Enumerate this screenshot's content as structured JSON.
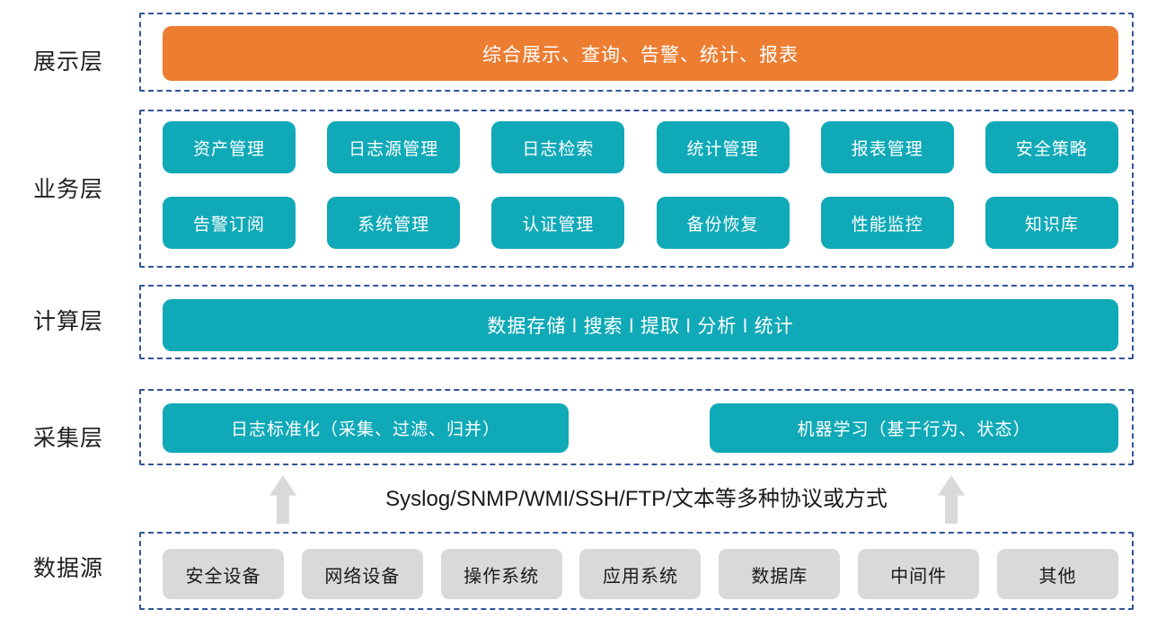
{
  "colors": {
    "teal": "#10A9B8",
    "orange": "#ED7D31",
    "dashed_border": "#2F5597",
    "gray_button": "#D9D9D9",
    "arrow_gray": "#D9D9D9",
    "label_text": "#1F1F1F"
  },
  "layers": {
    "display": {
      "label": "展示层",
      "bar": "综合展示、查询、告警、统计、报表"
    },
    "business": {
      "label": "业务层",
      "row1": [
        "资产管理",
        "日志源管理",
        "日志检索",
        "统计管理",
        "报表管理",
        "安全策略"
      ],
      "row2": [
        "告警订阅",
        "系统管理",
        "认证管理",
        "备份恢复",
        "性能监控",
        "知识库"
      ]
    },
    "computing": {
      "label": "计算层",
      "bar": "数据存储 l 搜索 l 提取 l 分析 l 统计"
    },
    "collection": {
      "label": "采集层",
      "left_bar": "日志标准化（采集、过滤、归并）",
      "right_bar": "机器学习（基于行为、状态）"
    },
    "transport": {
      "text": "Syslog/SNMP/WMI/SSH/FTP/文本等多种协议或方式",
      "arrow_icon": "up-arrow"
    },
    "datasource": {
      "label": "数据源",
      "items": [
        "安全设备",
        "网络设备",
        "操作系统",
        "应用系统",
        "数据库",
        "中间件",
        "其他"
      ]
    }
  }
}
